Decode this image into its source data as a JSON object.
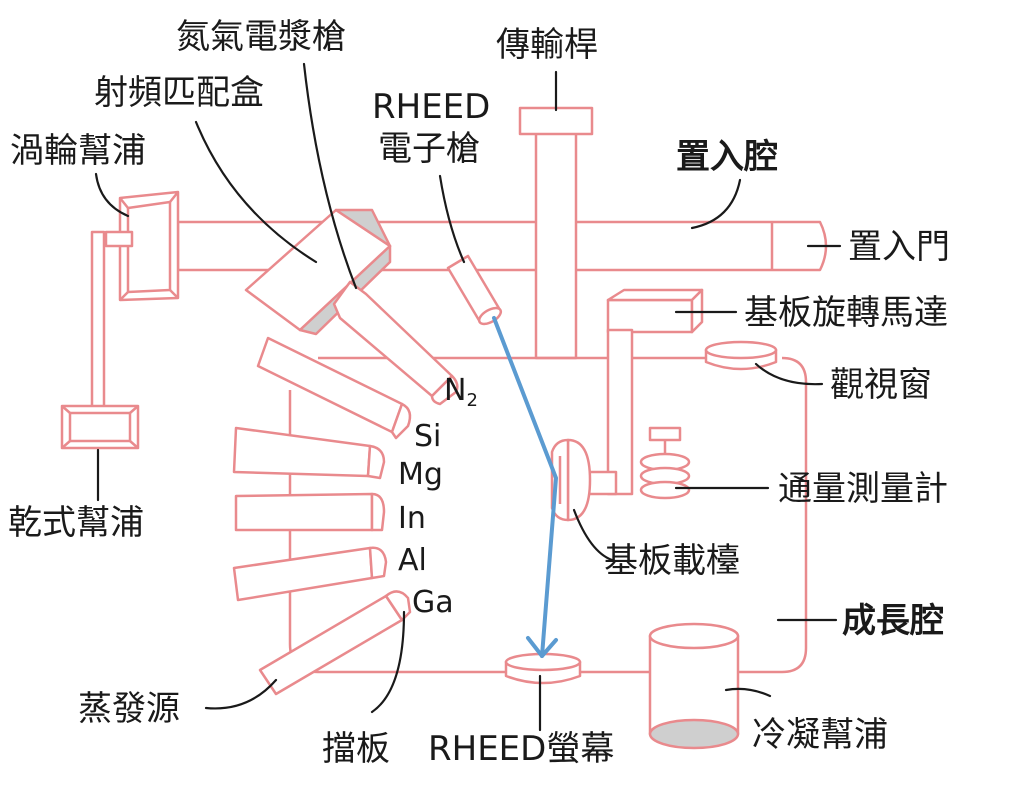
{
  "colors": {
    "outline": "#e98a8d",
    "beam": "#5b9bd1",
    "shade": "#cfcfcf",
    "text": "#1a1a1a"
  },
  "labels": {
    "nitrogen_gun": "氮氣電漿槍",
    "rf_matchbox": "射頻匹配盒",
    "turbo_pump": "渦輪幫浦",
    "rheed_gun_line1": "RHEED",
    "rheed_gun_line2": "電子槍",
    "transfer_rod": "傳輸桿",
    "load_chamber": "置入腔",
    "load_door": "置入門",
    "substrate_motor": "基板旋轉馬達",
    "viewport": "觀視窗",
    "flux_gauge": "通量測量計",
    "dry_pump": "乾式幫浦",
    "substrate_holder": "基板載檯",
    "growth_chamber": "成長腔",
    "effusion_cell": "蒸發源",
    "shutter": "擋板",
    "rheed_screen": "RHEED螢幕",
    "cryo_pump": "冷凝幫浦"
  },
  "sources": {
    "n_base": "N",
    "n_sub": "2",
    "si": "Si",
    "mg": "Mg",
    "in": "In",
    "al": "Al",
    "ga": "Ga"
  }
}
